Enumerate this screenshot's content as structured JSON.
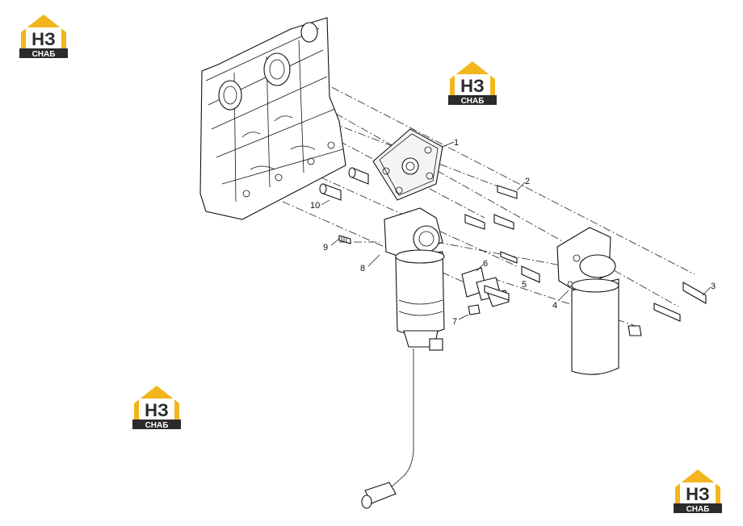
{
  "brand": {
    "logo_text_top": "НЗ",
    "logo_text_bottom": "СНАБ",
    "accent_color": "#f2b51c",
    "dark_color": "#2b2b2b"
  },
  "callouts": [
    {
      "id": "1",
      "label": "1"
    },
    {
      "id": "2",
      "label": "2"
    },
    {
      "id": "3",
      "label": "3"
    },
    {
      "id": "4",
      "label": "4"
    },
    {
      "id": "5",
      "label": "5"
    },
    {
      "id": "6",
      "label": "6"
    },
    {
      "id": "7",
      "label": "7"
    },
    {
      "id": "8",
      "label": "8"
    },
    {
      "id": "9",
      "label": "9"
    },
    {
      "id": "10",
      "label": "10"
    }
  ]
}
